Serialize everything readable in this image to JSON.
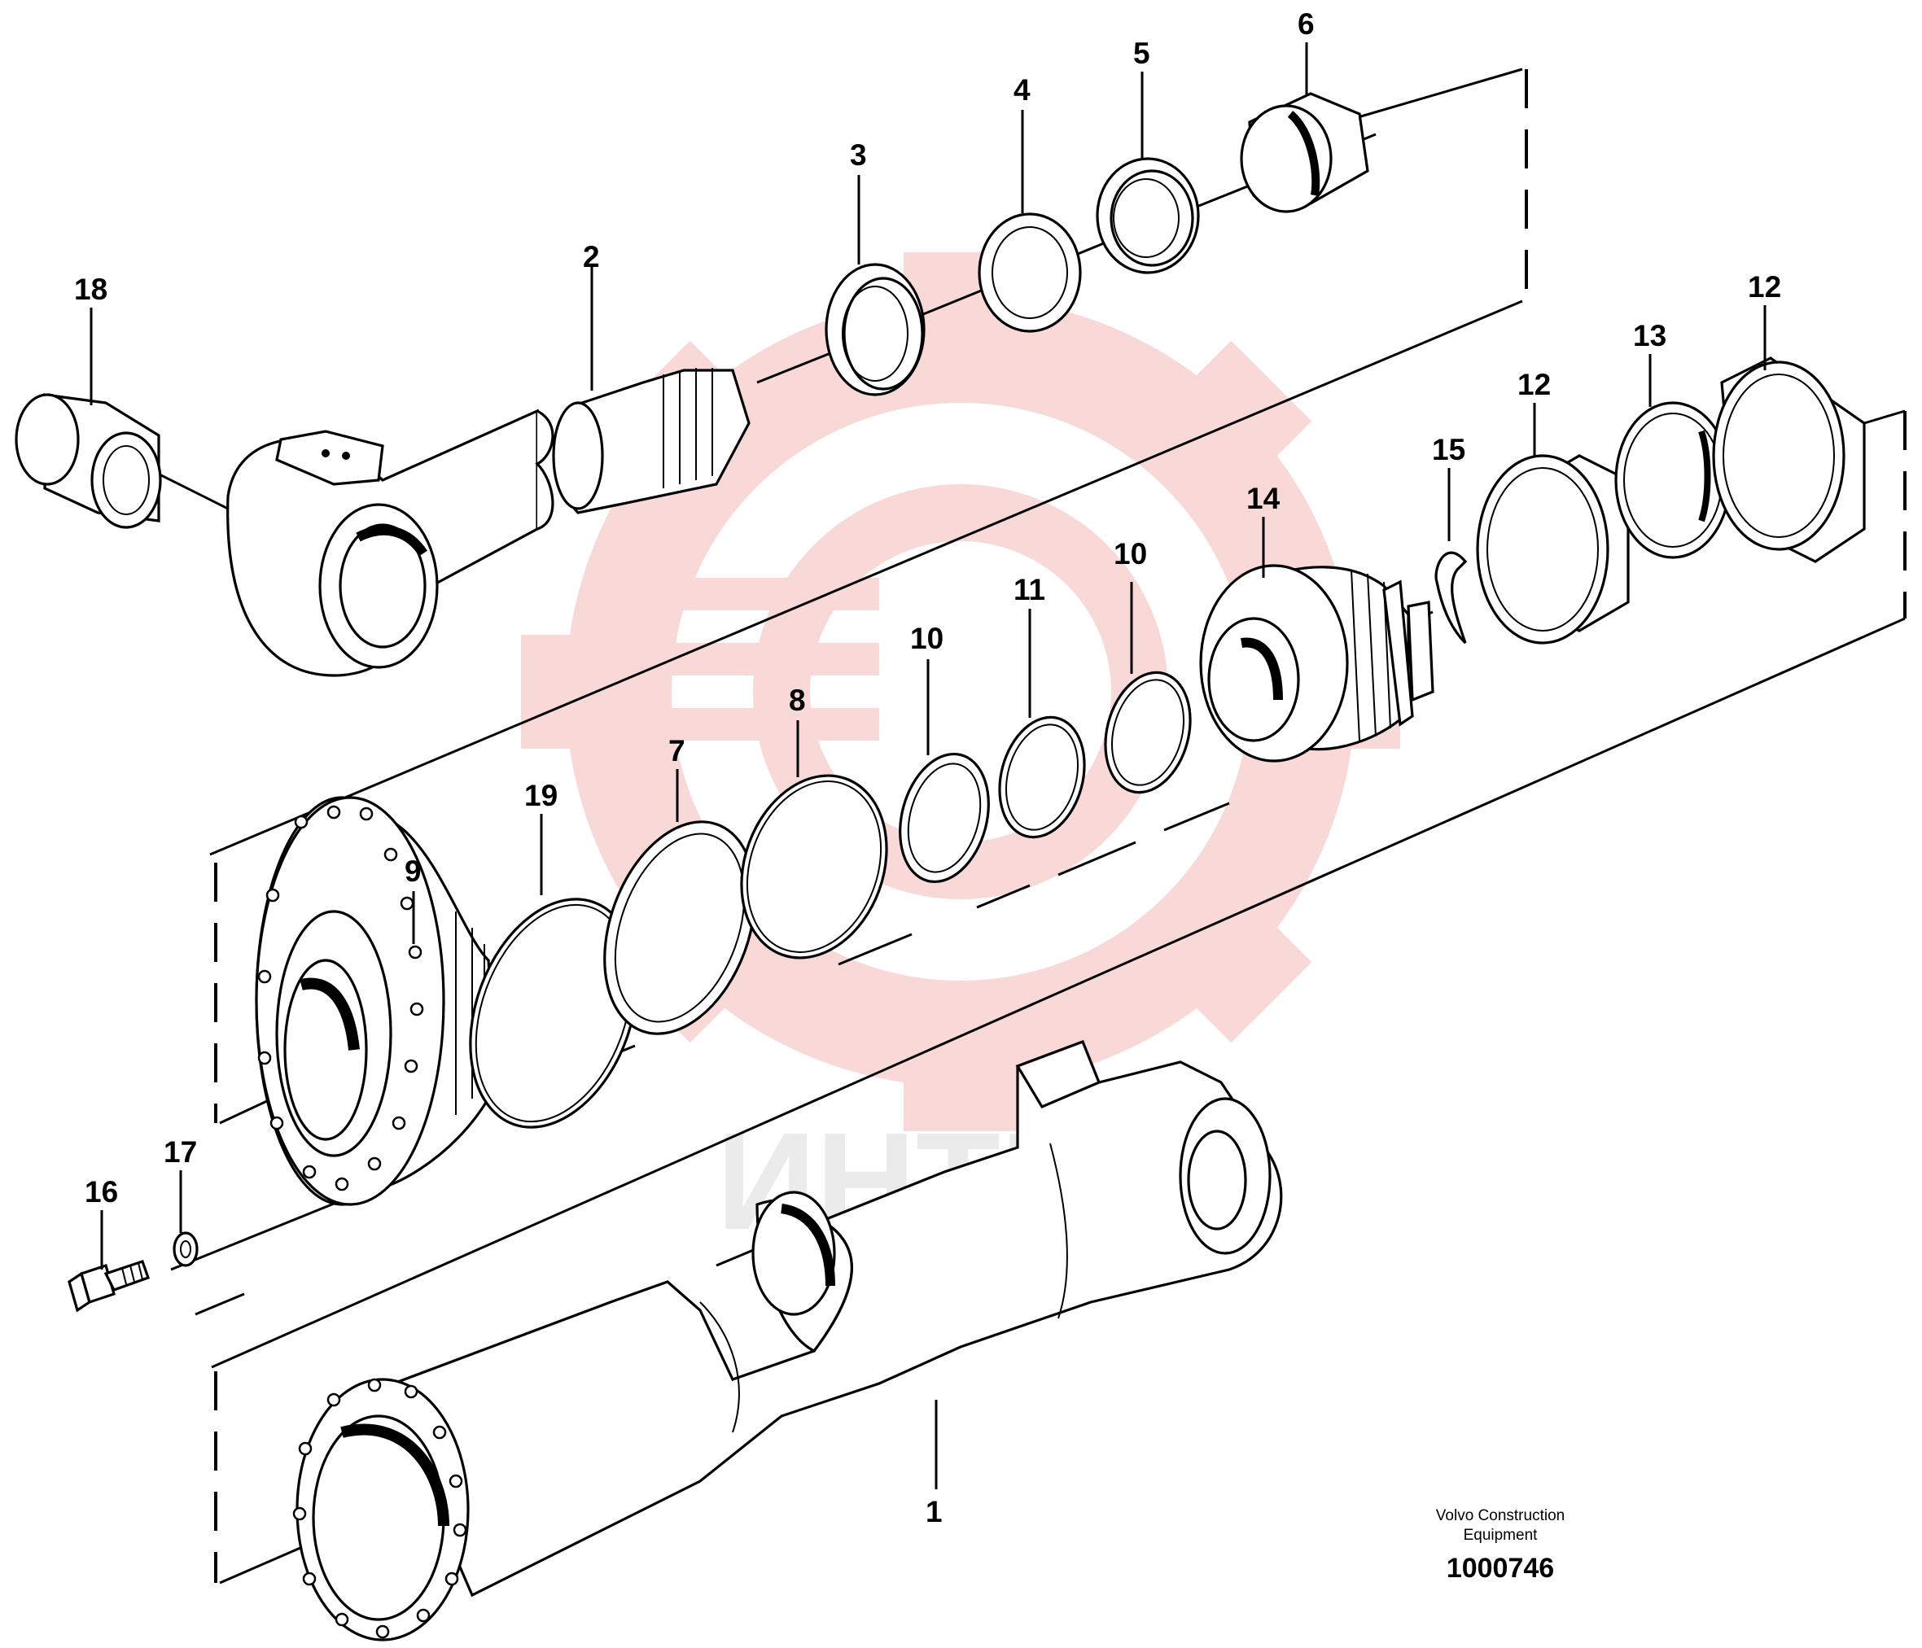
{
  "diagram": {
    "callouts": [
      {
        "id": "1",
        "label": "1"
      },
      {
        "id": "2",
        "label": "2"
      },
      {
        "id": "3",
        "label": "3"
      },
      {
        "id": "4",
        "label": "4"
      },
      {
        "id": "5",
        "label": "5"
      },
      {
        "id": "6",
        "label": "6"
      },
      {
        "id": "7",
        "label": "7"
      },
      {
        "id": "8",
        "label": "8"
      },
      {
        "id": "9",
        "label": "9"
      },
      {
        "id": "10a",
        "label": "10"
      },
      {
        "id": "10b",
        "label": "10"
      },
      {
        "id": "11",
        "label": "11"
      },
      {
        "id": "12a",
        "label": "12"
      },
      {
        "id": "12b",
        "label": "12"
      },
      {
        "id": "13",
        "label": "13"
      },
      {
        "id": "14",
        "label": "14"
      },
      {
        "id": "15",
        "label": "15"
      },
      {
        "id": "16",
        "label": "16"
      },
      {
        "id": "17",
        "label": "17"
      },
      {
        "id": "18",
        "label": "18"
      },
      {
        "id": "19",
        "label": "19"
      }
    ],
    "credit": {
      "line1": "Volvo Construction",
      "line2": "Equipment"
    },
    "document_number": "1000746",
    "watermark": {
      "text": "ИНТЕХ",
      "color": "#e85050"
    }
  }
}
